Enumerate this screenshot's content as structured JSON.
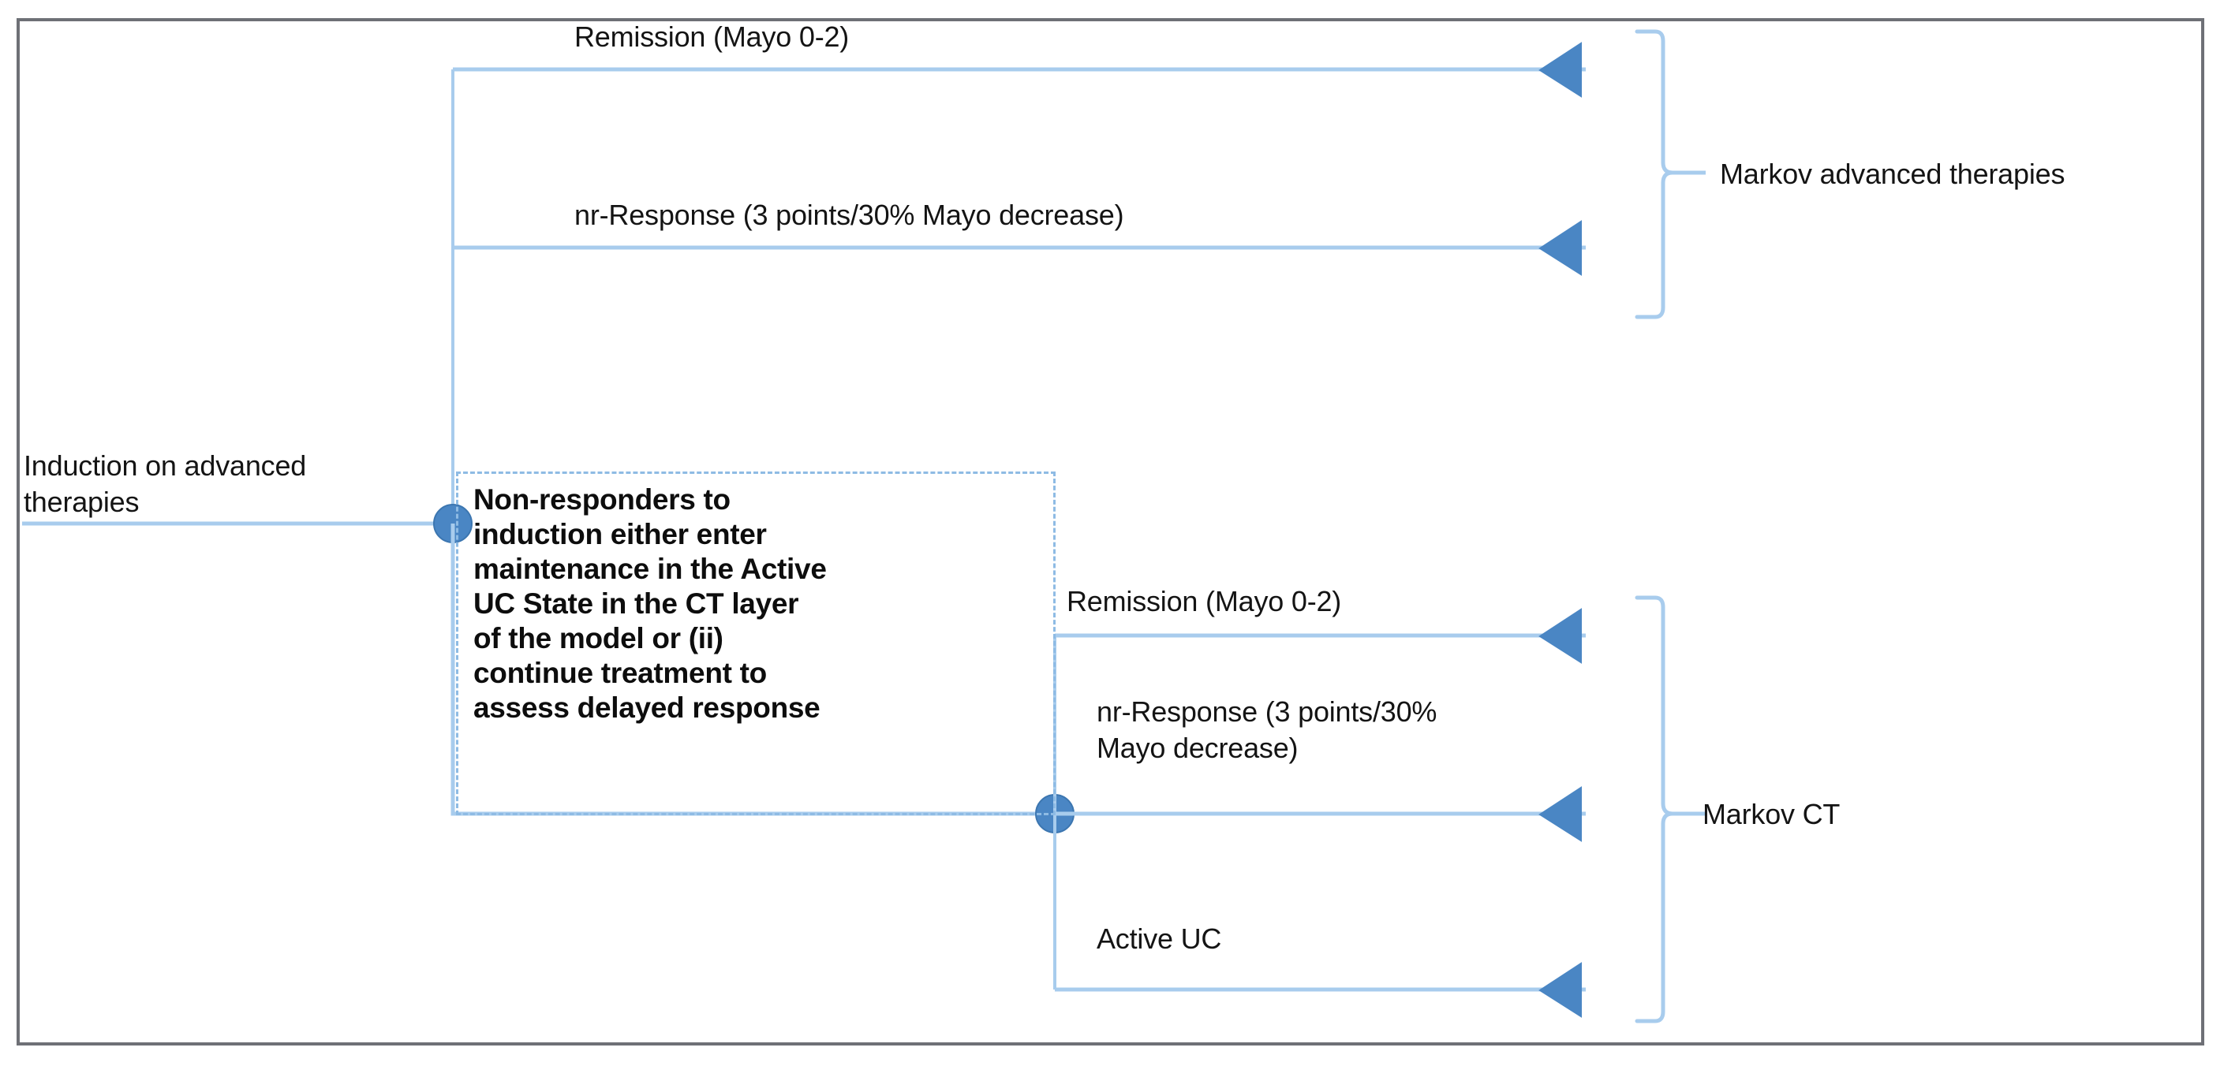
{
  "figure": {
    "type": "decision-tree-diagram",
    "title": "",
    "frame_color": "#6e7076",
    "line_color": "#a8cced",
    "accent_color": "#4a86c4",
    "node_color": "#4a86c4",
    "brace_color": "#a8cced",
    "dashed_box_color": "#8ebbe4",
    "text_color": "#141414"
  },
  "root": {
    "label": "Induction on advanced therapies",
    "label_line1": "Induction on advanced",
    "label_line2": "therapies"
  },
  "note": {
    "text": "Non-responders to induction either enter maintenance in the Active UC State in the CT layer of the model or (ii) continue treatment to assess delayed response",
    "lines": [
      "Non-responders to",
      "induction either enter",
      "maintenance in the Active",
      "UC State in the CT layer",
      "of the model or (ii)",
      "continue treatment to",
      "assess delayed response"
    ],
    "style": "dashed-outline"
  },
  "branches": {
    "upper": {
      "group_label": "Markov advanced therapies",
      "items": [
        {
          "label": "Remission (Mayo 0-2)",
          "lines": [
            "Remission (Mayo 0-2)"
          ]
        },
        {
          "label": "nr-Response (3 points/30% Mayo decrease)",
          "lines": [
            "nr-Response (3 points/30% Mayo decrease)"
          ]
        }
      ]
    },
    "lower": {
      "group_label": "Markov CT",
      "items": [
        {
          "label": "Remission (Mayo 0-2)",
          "lines": [
            "Remission (Mayo 0-2)"
          ]
        },
        {
          "label": "nr-Response (3 points/30% Mayo decrease)",
          "lines": [
            "nr-Response (3 points/30%",
            "Mayo decrease)"
          ]
        },
        {
          "label": "Active UC",
          "lines": [
            "Active UC"
          ]
        }
      ]
    }
  }
}
